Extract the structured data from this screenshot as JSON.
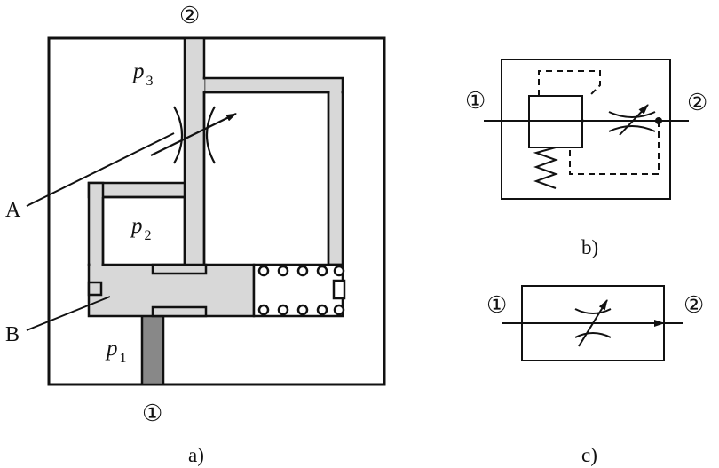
{
  "panel_a": {
    "caption": "a)",
    "port_top": "②",
    "port_bottom": "①",
    "label_A": "A",
    "label_B": "B",
    "p3": {
      "symbol": "p",
      "subscript": "3"
    },
    "p2": {
      "symbol": "p",
      "subscript": "2"
    },
    "p1": {
      "symbol": "p",
      "subscript": "1"
    }
  },
  "panel_b": {
    "caption": "b)",
    "port_left": "①",
    "port_right": "②"
  },
  "panel_c": {
    "caption": "c)",
    "port_left": "①",
    "port_right": "②"
  },
  "colors": {
    "line": "#111111",
    "passage_fill": "#d8d8d8",
    "inlet_fill": "#888888"
  }
}
